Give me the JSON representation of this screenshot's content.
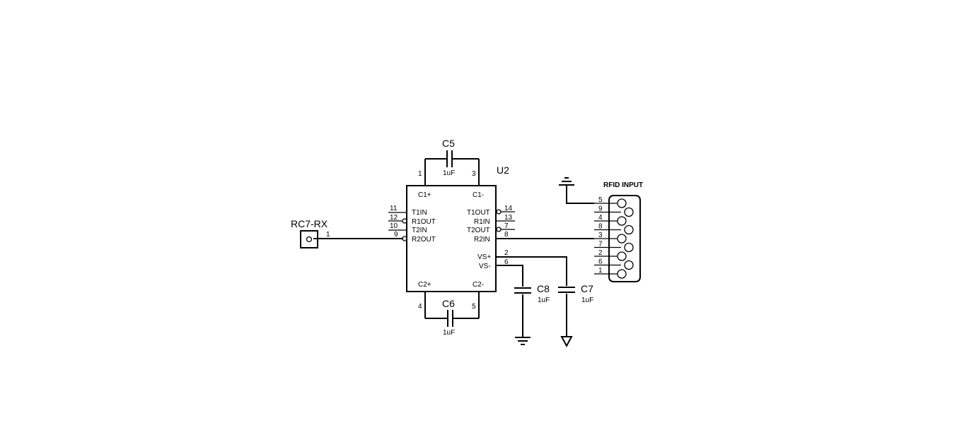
{
  "header": {
    "title": "RFID INPUT"
  },
  "chip": {
    "ref": "U2",
    "labels": {
      "c1p": "C1+",
      "c1m": "C1-",
      "c2p": "C2+",
      "c2m": "C2-",
      "t1in": "T1IN",
      "r1out": "R1OUT",
      "t2in": "T2IN",
      "r2out": "R2OUT",
      "t1out": "T1OUT",
      "r1in": "R1IN",
      "t2out": "T2OUT",
      "r2in": "R2IN",
      "vsp": "VS+",
      "vsm": "VS-"
    },
    "pins": {
      "c1p": "1",
      "c1m": "3",
      "c2p": "4",
      "c2m": "5",
      "t1in": "11",
      "r1out": "12",
      "t2in": "10",
      "r2out": "9",
      "t1out": "14",
      "r1in": "13",
      "t2out": "7",
      "r2in": "8",
      "vsp": "2",
      "vsm": "6"
    }
  },
  "capacitors": {
    "c5": {
      "ref": "C5",
      "value": "1uF"
    },
    "c6": {
      "ref": "C6",
      "value": "1uF"
    },
    "c7": {
      "ref": "C7",
      "value": "1uF"
    },
    "c8": {
      "ref": "C8",
      "value": "1uF"
    }
  },
  "terminal": {
    "ref": "RC7-RX",
    "pin": "1"
  },
  "connector": {
    "pins": [
      "5",
      "9",
      "4",
      "8",
      "3",
      "7",
      "2",
      "6",
      "1"
    ]
  }
}
